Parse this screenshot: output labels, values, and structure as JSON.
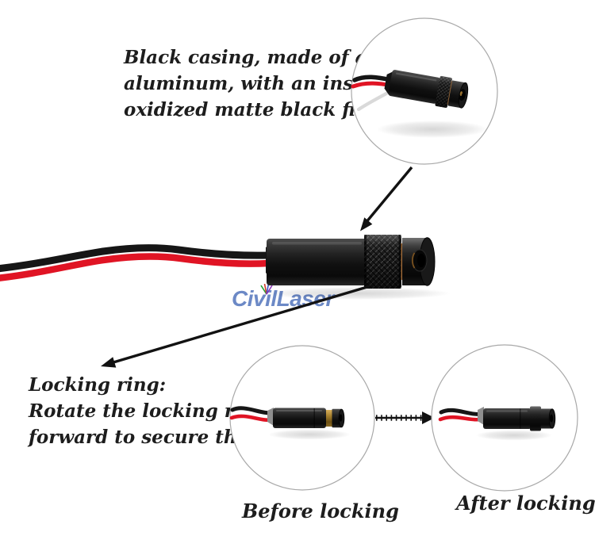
{
  "notes": {
    "casing": {
      "lines": [
        "Black casing, made of aviation",
        "aluminum, with an insulating",
        "oxidized matte black finish."
      ]
    },
    "locking": {
      "lines": [
        "Locking ring:",
        "Rotate the locking ring",
        "forward to secure the lens."
      ]
    }
  },
  "captions": {
    "before": "Before locking",
    "after": "After locking"
  },
  "watermark": {
    "text": "CivilLaser",
    "color": "#6c89c6"
  },
  "colors": {
    "background": "#ffffff",
    "text": "#1d1d1d",
    "wire_red": "#e01424",
    "wire_black": "#161616",
    "module_black": "#181818",
    "brass": "#b08a3c",
    "circle_outline": "#a9a9a9",
    "arrow_black": "#121212"
  }
}
